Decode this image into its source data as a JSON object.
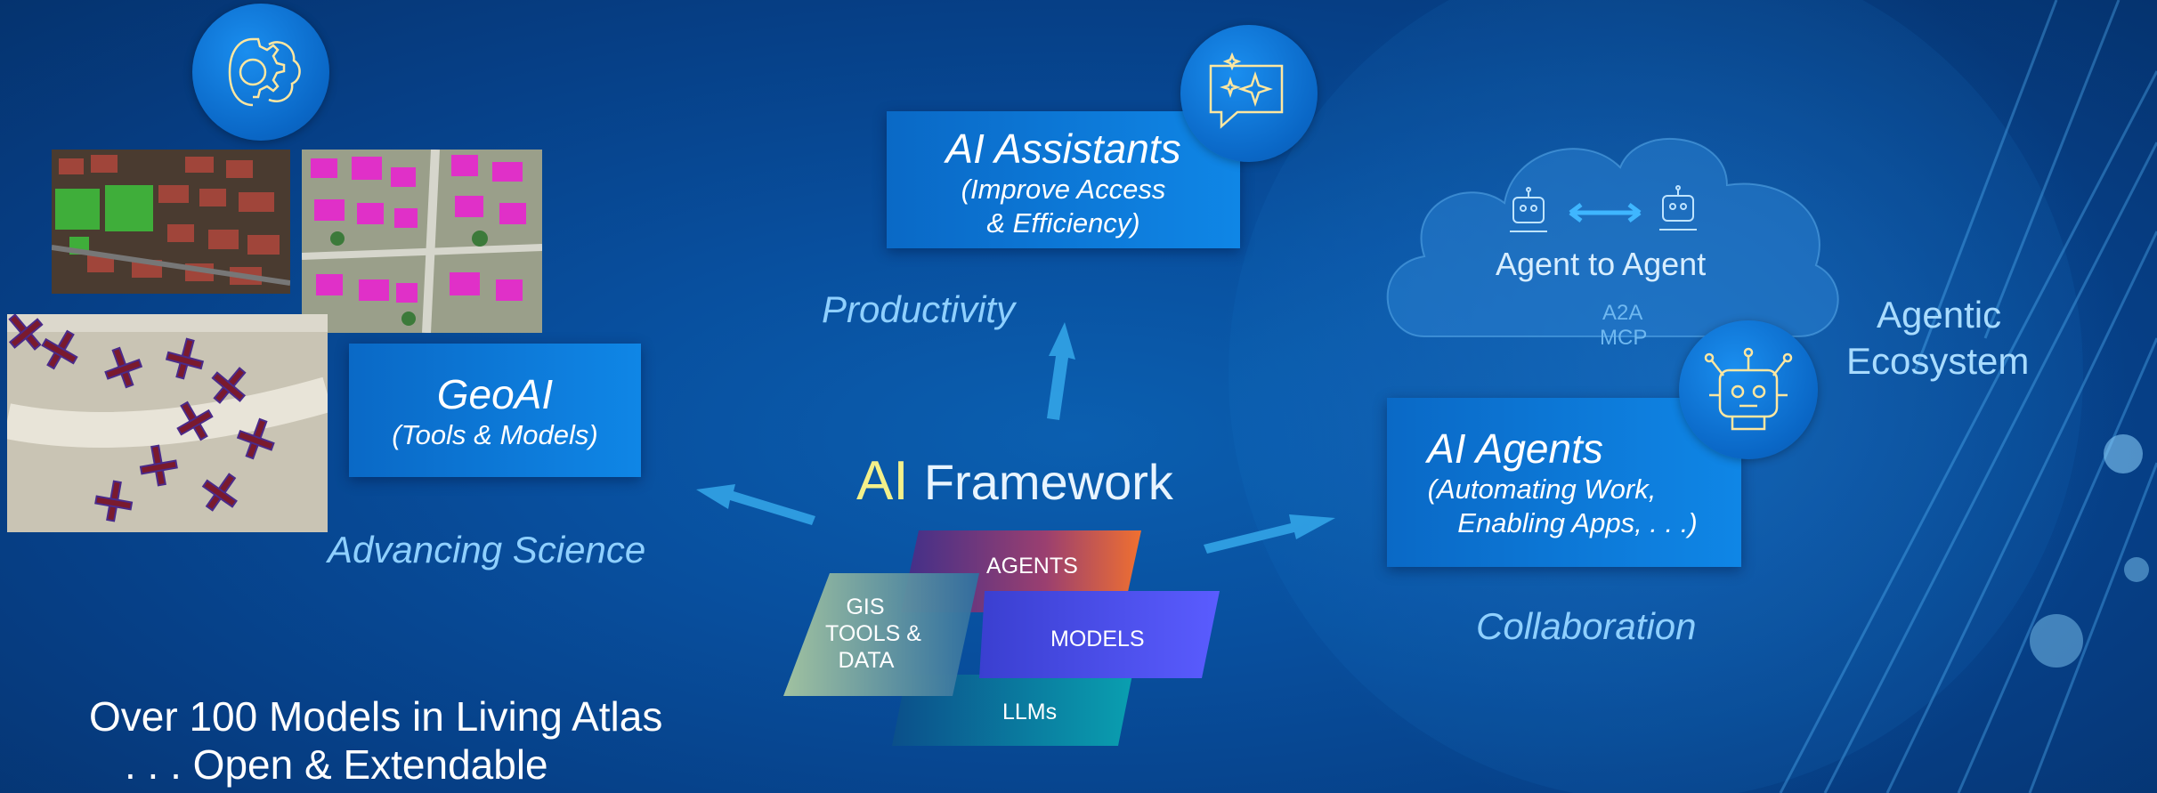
{
  "geoai": {
    "title": "GeoAI",
    "subtitle": "(Tools & Models)",
    "caption": "Advancing Science",
    "icon": "brain-gear-icon"
  },
  "assistants": {
    "title": "AI Assistants",
    "subtitle_line1": "(Improve Access",
    "subtitle_line2": "& Efficiency)",
    "caption": "Productivity",
    "icon": "chat-sparkle-icon"
  },
  "agents": {
    "title": "AI Agents",
    "subtitle_line1": "(Automating Work,",
    "subtitle_line2": "Enabling Apps, . . .)",
    "caption": "Collaboration",
    "icon": "robot-icon"
  },
  "ecosystem": {
    "label_line1": "Agentic",
    "label_line2": "Ecosystem",
    "cloud_title": "Agent to Agent",
    "protocol1": "A2A",
    "protocol2": "MCP"
  },
  "framework": {
    "title_accent": "AI",
    "title_rest": "Framework",
    "tiles": {
      "agents": "AGENTS",
      "gis_line1": "GIS",
      "gis_line2": "TOOLS &",
      "gis_line3": "DATA",
      "models": "MODELS",
      "llms": "LLMs"
    }
  },
  "footer": {
    "line1": "Over 100 Models in Living Atlas",
    "line2": ". . . Open & Extendable"
  },
  "colors": {
    "accent_yellow": "#f3f08a",
    "caption_blue": "#8fd0ff",
    "arrow_blue": "#35a8ea"
  }
}
